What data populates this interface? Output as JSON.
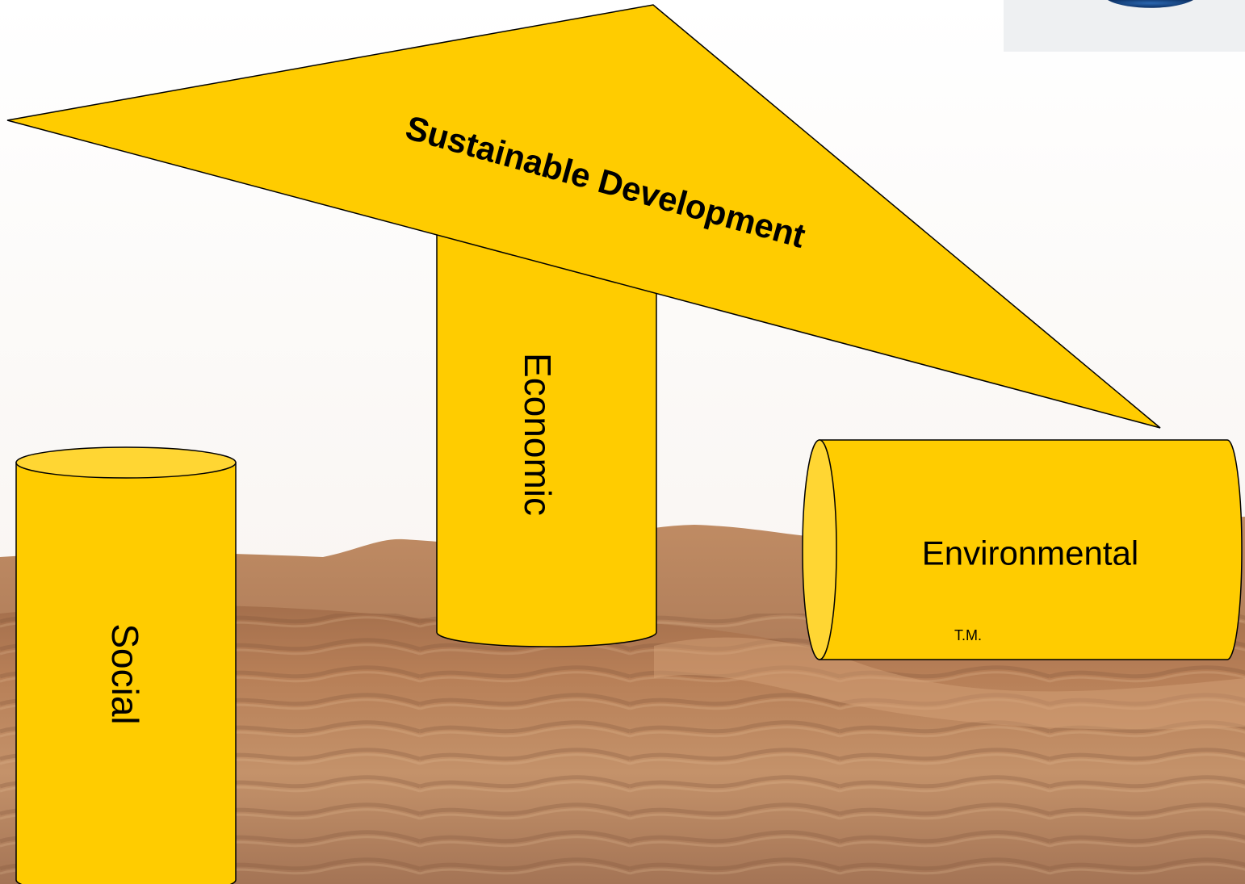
{
  "diagram": {
    "roof_label": "Sustainable Development",
    "pillars": {
      "social": "Social",
      "economic": "Economic",
      "environmental": "Environmental"
    },
    "signature": "T.M."
  },
  "colors": {
    "pillar_fill": "#FFCC00",
    "pillar_top": "#FFD633",
    "outline": "#000000",
    "sand_light": "#D9A777",
    "sand_dark": "#8A5A3C"
  }
}
